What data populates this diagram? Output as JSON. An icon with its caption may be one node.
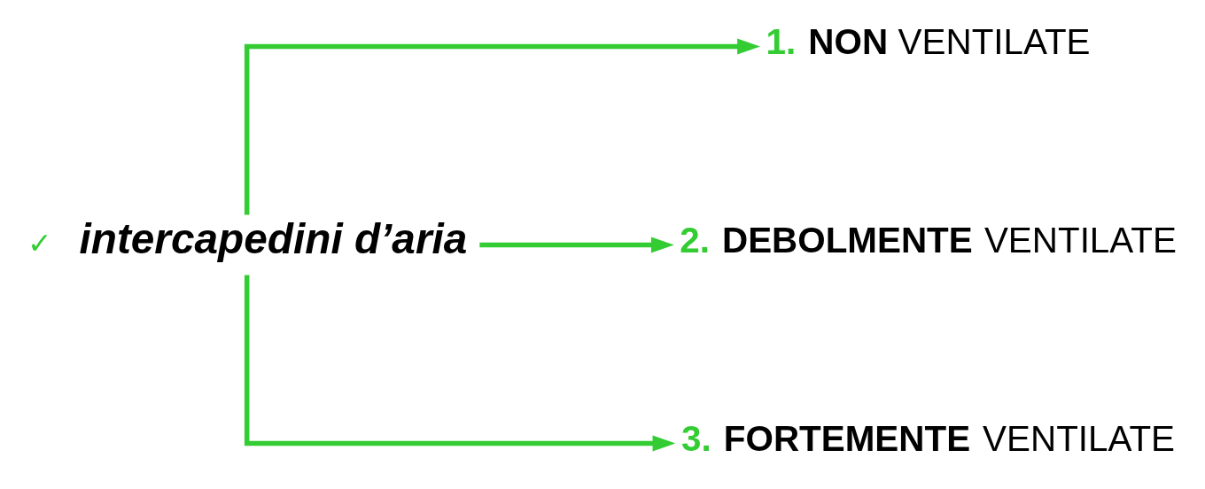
{
  "diagram": {
    "nodes": [
      {
        "text": [
          "intercapedini d’aria"
        ],
        "beside": [
          "✓"
        ]
      },
      {
        "text": [
          "1. **NON** VENTILATE"
        ]
      },
      {
        "text": [
          "2. **DEBOLMENTE** VENTILATE"
        ]
      },
      {
        "text": [
          "3. **FORTEMENTE** VENTILATE"
        ]
      }
    ],
    "edges": [
      {
        "from": 0,
        "to": 1,
        "arrow": "to"
      },
      {
        "from": 0,
        "to": 2,
        "arrow": "to"
      },
      {
        "from": 0,
        "to": 3,
        "arrow": "to"
      }
    ]
  }
}
